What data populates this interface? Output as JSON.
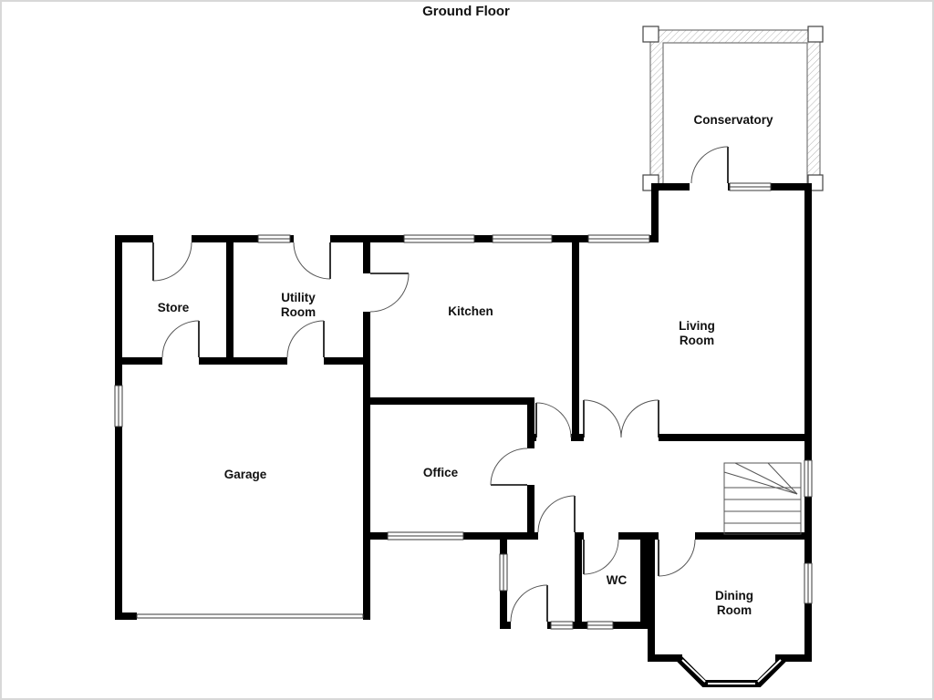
{
  "title": "Ground Floor",
  "rooms": {
    "conservatory": {
      "label": "Conservatory"
    },
    "store": {
      "label": "Store"
    },
    "utility_room": {
      "label": "Utility Room",
      "lines": [
        "Utility",
        "Room"
      ]
    },
    "kitchen": {
      "label": "Kitchen"
    },
    "living_room": {
      "label": "Living Room",
      "lines": [
        "Living",
        "Room"
      ]
    },
    "garage": {
      "label": "Garage"
    },
    "office": {
      "label": "Office"
    },
    "wc": {
      "label": "WC"
    },
    "dining_room": {
      "label": "Dining Room",
      "lines": [
        "Dining",
        "Room"
      ]
    }
  },
  "colors": {
    "wall": "#000000",
    "window_line": "#3a3a3a",
    "door_arc": "#555555",
    "background": "#ffffff",
    "glass_hatch": "#b5b5b5",
    "text": "#111111"
  }
}
